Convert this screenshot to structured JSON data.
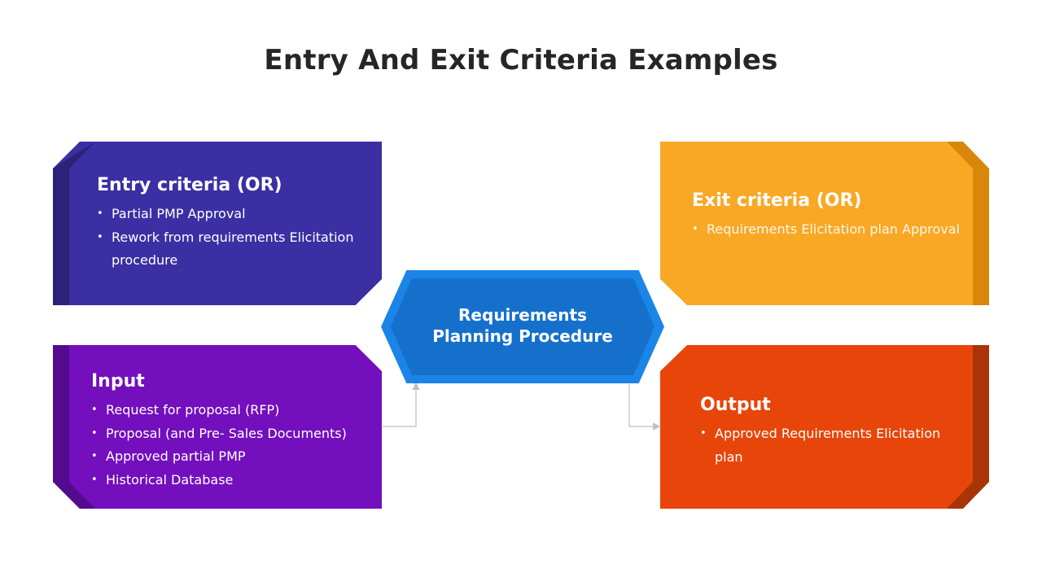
{
  "title": "Entry And Exit Criteria Examples",
  "center": {
    "line1": "Requirements",
    "line2": "Planning Procedure"
  },
  "cards": {
    "entry": {
      "heading": "Entry criteria (OR)",
      "items": [
        "Partial PMP Approval",
        "Rework from requirements Elicitation procedure"
      ]
    },
    "input": {
      "heading": "Input",
      "items": [
        "Request for proposal (RFP)",
        "Proposal (and Pre- Sales Documents)",
        "Approved partial PMP",
        "Historical Database"
      ]
    },
    "exit": {
      "heading": "Exit criteria (OR)",
      "items": [
        "Requirements Elicitation plan Approval"
      ]
    },
    "output": {
      "heading": "Output",
      "items": [
        "Approved Requirements Elicitation plan"
      ]
    }
  },
  "colors": {
    "entry": "#3b2fa3",
    "input": "#730fbd",
    "exit": "#f9a826",
    "output": "#e8450a",
    "center": "#1570cc",
    "connector": "#bfbfbf"
  }
}
